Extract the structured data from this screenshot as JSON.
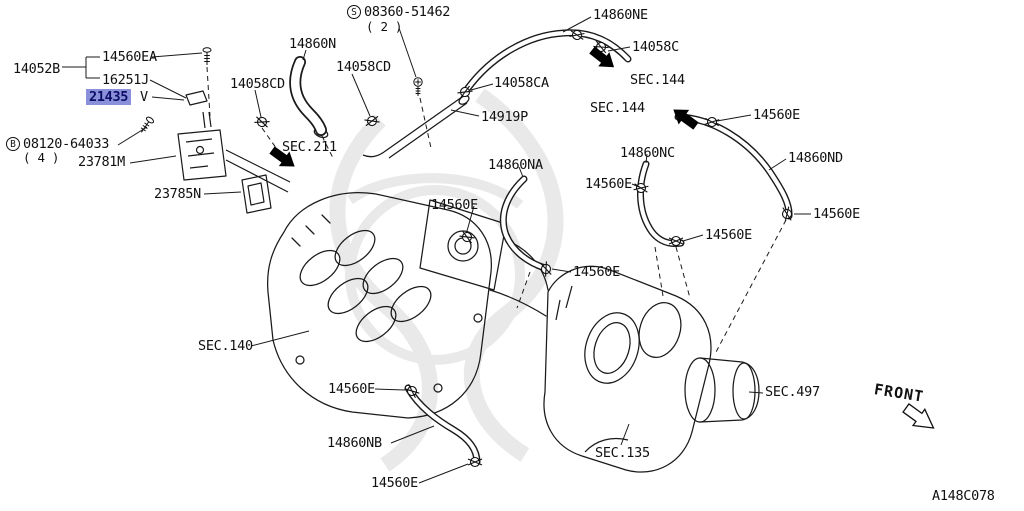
{
  "diagram": {
    "code": "A148C078",
    "front_label": "FRONT",
    "highlight_color": "#8a90da",
    "highlight_text_color": "#0d0d66",
    "line_color": "#1a1a1a",
    "background_color": "#ffffff",
    "watermark_color": "#e9e9e9"
  },
  "callouts": {
    "s": {
      "letter": "S",
      "number": "08360-51462",
      "qty": "( 2 )"
    },
    "b": {
      "letter": "B",
      "number": "08120-64033",
      "qty": "( 4 )"
    }
  },
  "labels": [
    {
      "text": "14052B"
    },
    {
      "text": "14560EA"
    },
    {
      "text": "16251J"
    },
    {
      "text": "21435"
    },
    {
      "text": "V"
    },
    {
      "text": "23781M"
    },
    {
      "text": "23785N"
    },
    {
      "text": "SEC.211"
    },
    {
      "text": "14058CD"
    },
    {
      "text": "14860N"
    },
    {
      "text": "14058CD"
    },
    {
      "text": "14058CA"
    },
    {
      "text": "14919P"
    },
    {
      "text": "14860NE"
    },
    {
      "text": "14058C"
    },
    {
      "text": "SEC.144"
    },
    {
      "text": "SEC.144"
    },
    {
      "text": "14560E"
    },
    {
      "text": "14860ND"
    },
    {
      "text": "14560E"
    },
    {
      "text": "14560E"
    },
    {
      "text": "14860NC"
    },
    {
      "text": "14560E"
    },
    {
      "text": "14860NA"
    },
    {
      "text": "14560E"
    },
    {
      "text": "14560E"
    },
    {
      "text": "SEC.140"
    },
    {
      "text": "14560E"
    },
    {
      "text": "14860NB"
    },
    {
      "text": "14560E"
    },
    {
      "text": "SEC.135"
    },
    {
      "text": "SEC.497"
    }
  ],
  "icons": {
    "section-arrow": "solid black direction arrow",
    "front-arrow": "outline arrow pointing front",
    "clamp": "hose clamp symbol",
    "bolt": "bolt symbol",
    "screw": "cross-head screw symbol"
  }
}
